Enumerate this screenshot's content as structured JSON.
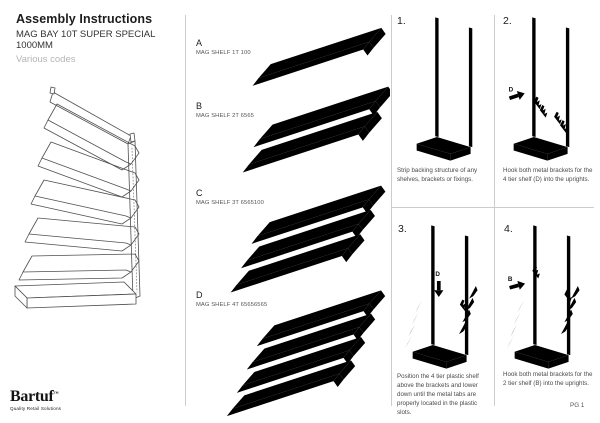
{
  "header": {
    "title": "Assembly Instructions",
    "subtitle1": "MAG BAY 10T SUPER SPECIAL",
    "subtitle2": "1000MM",
    "note": "Various codes"
  },
  "parts": [
    {
      "letter": "A",
      "code": "MAG SHELF 1T 100"
    },
    {
      "letter": "B",
      "code": "MAG SHELF 2T 6565"
    },
    {
      "letter": "C",
      "code": "MAG SHELF 3T 6565100"
    },
    {
      "letter": "D",
      "code": "MAG SHELF 4T 65656565"
    }
  ],
  "steps": [
    {
      "number": "1.",
      "caption": "Strip backing structure of any shelves, brackets or fixings."
    },
    {
      "number": "2.",
      "caption": "Hook both metal brackets for the 4 tier shelf (D) into the uprights.",
      "arrow_label": "D"
    },
    {
      "number": "3.",
      "caption": "Position the 4 tier plastic shelf above the brackets and lower down until the metal tabs are properly located in the plastic slots.",
      "arrow_label": "D"
    },
    {
      "number": "4.",
      "caption": "Hook both metal brackets for the 2 tier shelf (B) into the uprights.",
      "arrow_label": "B"
    }
  ],
  "footer": {
    "brand": "Bartuf",
    "brand_mark": "™",
    "tagline": "Quality Retail Solutions",
    "page": "PG 1"
  },
  "colors": {
    "line": "#4f4f4f",
    "divider": "#cccccc",
    "ink": "#111111"
  }
}
